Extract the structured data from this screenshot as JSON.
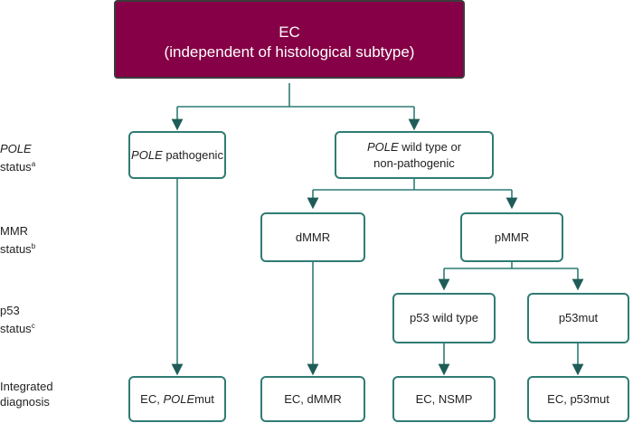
{
  "top": {
    "line1": "EC",
    "line2": "(independent of histological subtype)"
  },
  "row_labels": {
    "pole": {
      "italic": "POLE",
      "line2": "status",
      "sup": "a"
    },
    "mmr": {
      "line1": "MMR",
      "line2": "status",
      "sup": "b"
    },
    "p53": {
      "line1": "p53",
      "line2": "status",
      "sup": "c"
    },
    "integrated": {
      "line1": "Integrated",
      "line2": "diagnosis"
    }
  },
  "boxes": {
    "pole_pathogenic": {
      "italic": "POLE",
      "rest": " pathogenic"
    },
    "pole_wt": {
      "italic": "POLE",
      "rest": " wild type or",
      "line2": "non-pathogenic"
    },
    "dmmr": "dMMR",
    "pmmr": "pMMR",
    "p53_wt": "p53 wild type",
    "p53mut": "p53mut",
    "dx_polemut": {
      "prefix": "EC, ",
      "italic": "POLE",
      "suffix": "mut"
    },
    "dx_dmmr": "EC, dMMR",
    "dx_nsmp": "EC, NSMP",
    "dx_p53mut": "EC, p53mut"
  },
  "colors": {
    "top_fill": "#850046",
    "box_border": "#2f7c74",
    "line": "#2f7c74",
    "arrow_head": "#1e5d57"
  }
}
